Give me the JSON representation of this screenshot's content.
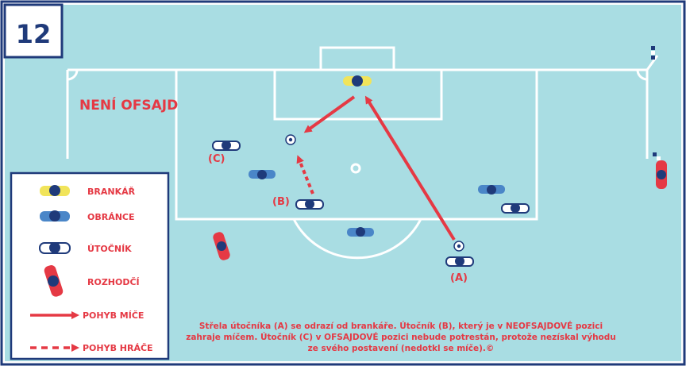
{
  "figure": {
    "number": "12",
    "title": "NENÍ OFSAJD",
    "colors": {
      "pitch": "#a9dde3",
      "lines": "#ffffff",
      "red": "#e53944",
      "navy": "#1f3a7a",
      "blue": "#4a86c8",
      "yellow": "#f1e45a",
      "border": "#1f3a7a"
    }
  },
  "labels": {
    "a": "(A)",
    "b": "(B)",
    "c": "(C)"
  },
  "legend": {
    "goalkeeper": "BRANKÁŘ",
    "defender": "OBRÁNCE",
    "attacker": "ÚTOČNÍK",
    "referee": "ROZHODČÍ",
    "ball_move": "POHYB MÍČE",
    "player_move": "POHYB HRÁČE"
  },
  "caption": {
    "line1": "Střela útočníka (A) se odrazí od brankáře. Útočník (B), který je v NEOFSAJDOVÉ pozici",
    "line2": "zahraje míčem. Útočník (C) v OFSAJDOVÉ pozici nebude potrestán, protože nezískal výhodu",
    "line3": "ze svého postavení (nedotkl se míče).©"
  }
}
